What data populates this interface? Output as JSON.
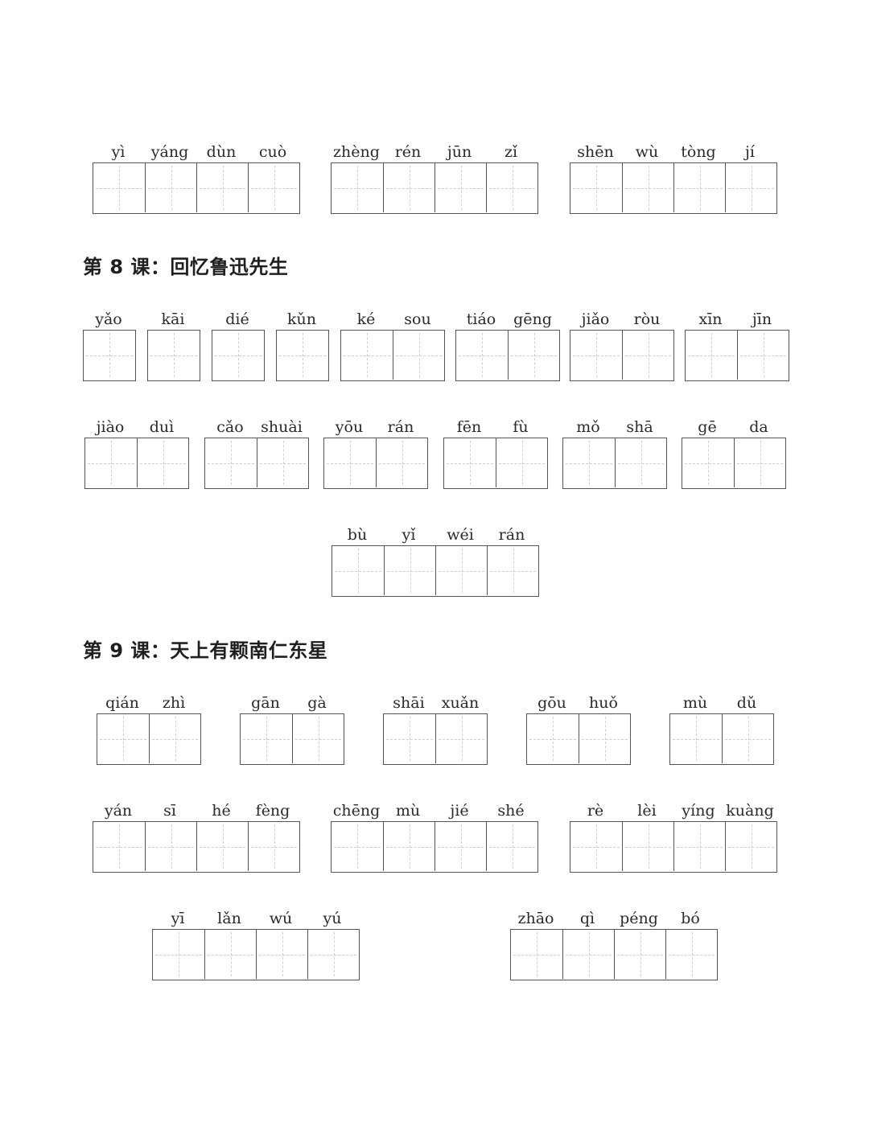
{
  "top_rows": [
    [
      "yì",
      "yáng",
      "dùn",
      "cuò"
    ],
    [
      "zhèng",
      "rén",
      "jūn",
      "zǐ"
    ],
    [
      "shēn",
      "wù",
      "tòng",
      "jí"
    ]
  ],
  "lesson8": {
    "title": "第 8 课：回忆鲁迅先生",
    "row1": [
      [
        "yǎo"
      ],
      [
        "kāi"
      ],
      [
        "dié"
      ],
      [
        "kǔn"
      ],
      [
        "ké",
        "sou"
      ],
      [
        "tiáo",
        "gēng"
      ],
      [
        "jiǎo",
        "ròu"
      ],
      [
        "xīn",
        "jīn"
      ]
    ],
    "row2": [
      [
        "jiào",
        "duì"
      ],
      [
        "cǎo",
        "shuài"
      ],
      [
        "yōu",
        "rán"
      ],
      [
        "fēn",
        "fù"
      ],
      [
        "mǒ",
        "shā"
      ],
      [
        "gē",
        "da"
      ]
    ],
    "row3": [
      [
        "bù",
        "yǐ",
        "wéi",
        "rán"
      ]
    ]
  },
  "lesson9": {
    "title": "第 9 课：天上有颗南仁东星",
    "row1": [
      [
        "qián",
        "zhì"
      ],
      [
        "gān",
        "gà"
      ],
      [
        "shāi",
        "xuǎn"
      ],
      [
        "gōu",
        "huǒ"
      ],
      [
        "mù",
        "dǔ"
      ]
    ],
    "row2": [
      [
        "yán",
        "sī",
        "hé",
        "fèng"
      ],
      [
        "chēng",
        "mù",
        "jié",
        "shé"
      ],
      [
        "rè",
        "lèi",
        "yíng",
        "kuàng"
      ]
    ],
    "row3": [
      [
        "yī",
        "lǎn",
        "wú",
        "yú"
      ],
      [
        "zhāo",
        "qì",
        "péng",
        "bó"
      ]
    ]
  }
}
